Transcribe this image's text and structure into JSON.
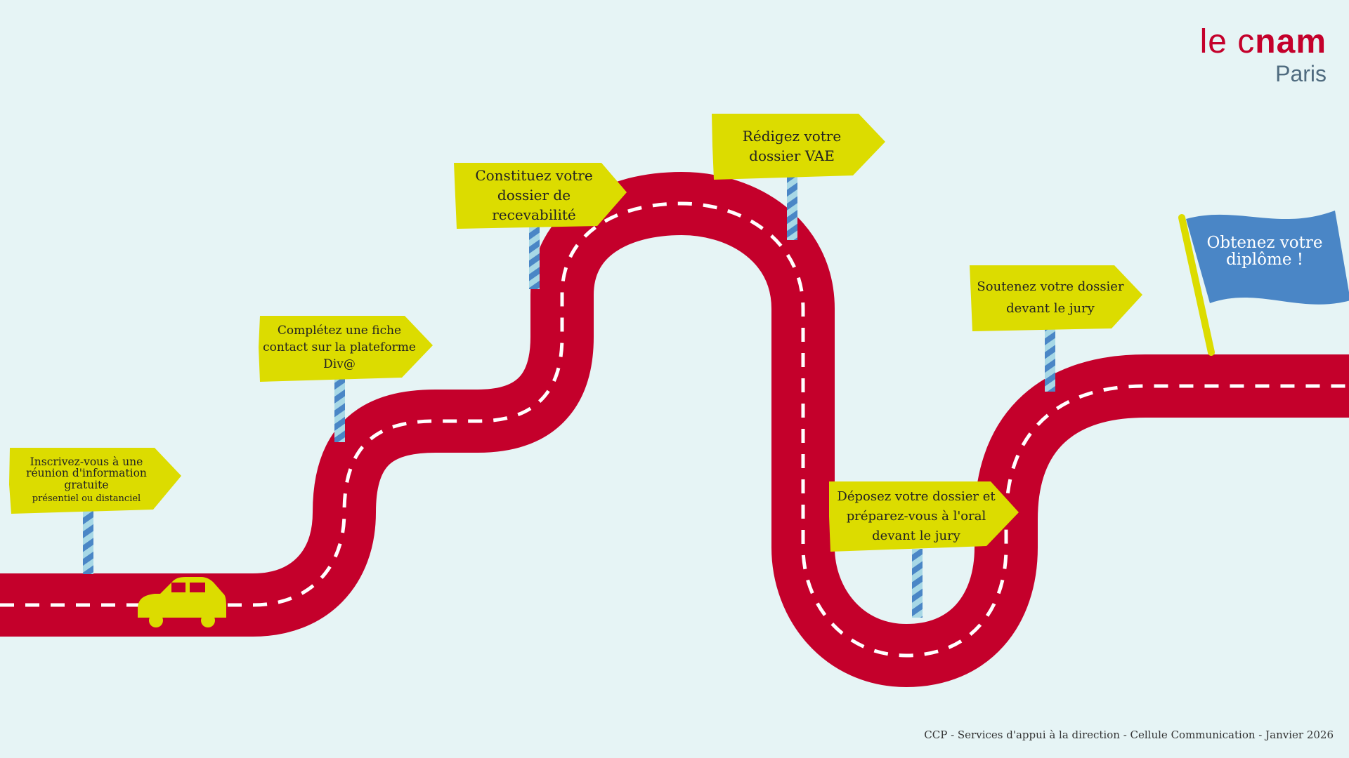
{
  "logo": {
    "prefix": "le c",
    "bold": "nam",
    "city": "Paris"
  },
  "steps": [
    {
      "label": "Inscrivez-vous à une réunion d'information gratuite",
      "note": "présentiel ou distanciel"
    },
    {
      "label": "Complétez une fiche contact sur la plateforme Div@"
    },
    {
      "label": "Constituez votre dossier de recevabilité"
    },
    {
      "label": "Rédigez votre dossier VAE"
    },
    {
      "label": "Déposez votre dossier et préparez-vous à l'oral devant le jury"
    },
    {
      "label": "Soutenez votre dossier devant le jury"
    }
  ],
  "goal": "Obtenez votre diplôme !",
  "footer": "CCP - Services d'appui à la direction - Cellule Communication - Janvier 2026",
  "colors": {
    "background": "#e6f4f5",
    "road": "#c4002b",
    "sign": "#dcdc00",
    "flag": "#4a86c6",
    "post_dark": "#4a86c6",
    "post_light": "#a7d8e6",
    "brand": "#c4002b"
  },
  "icons": {
    "vehicle": "car-icon",
    "goal": "flag-icon"
  }
}
